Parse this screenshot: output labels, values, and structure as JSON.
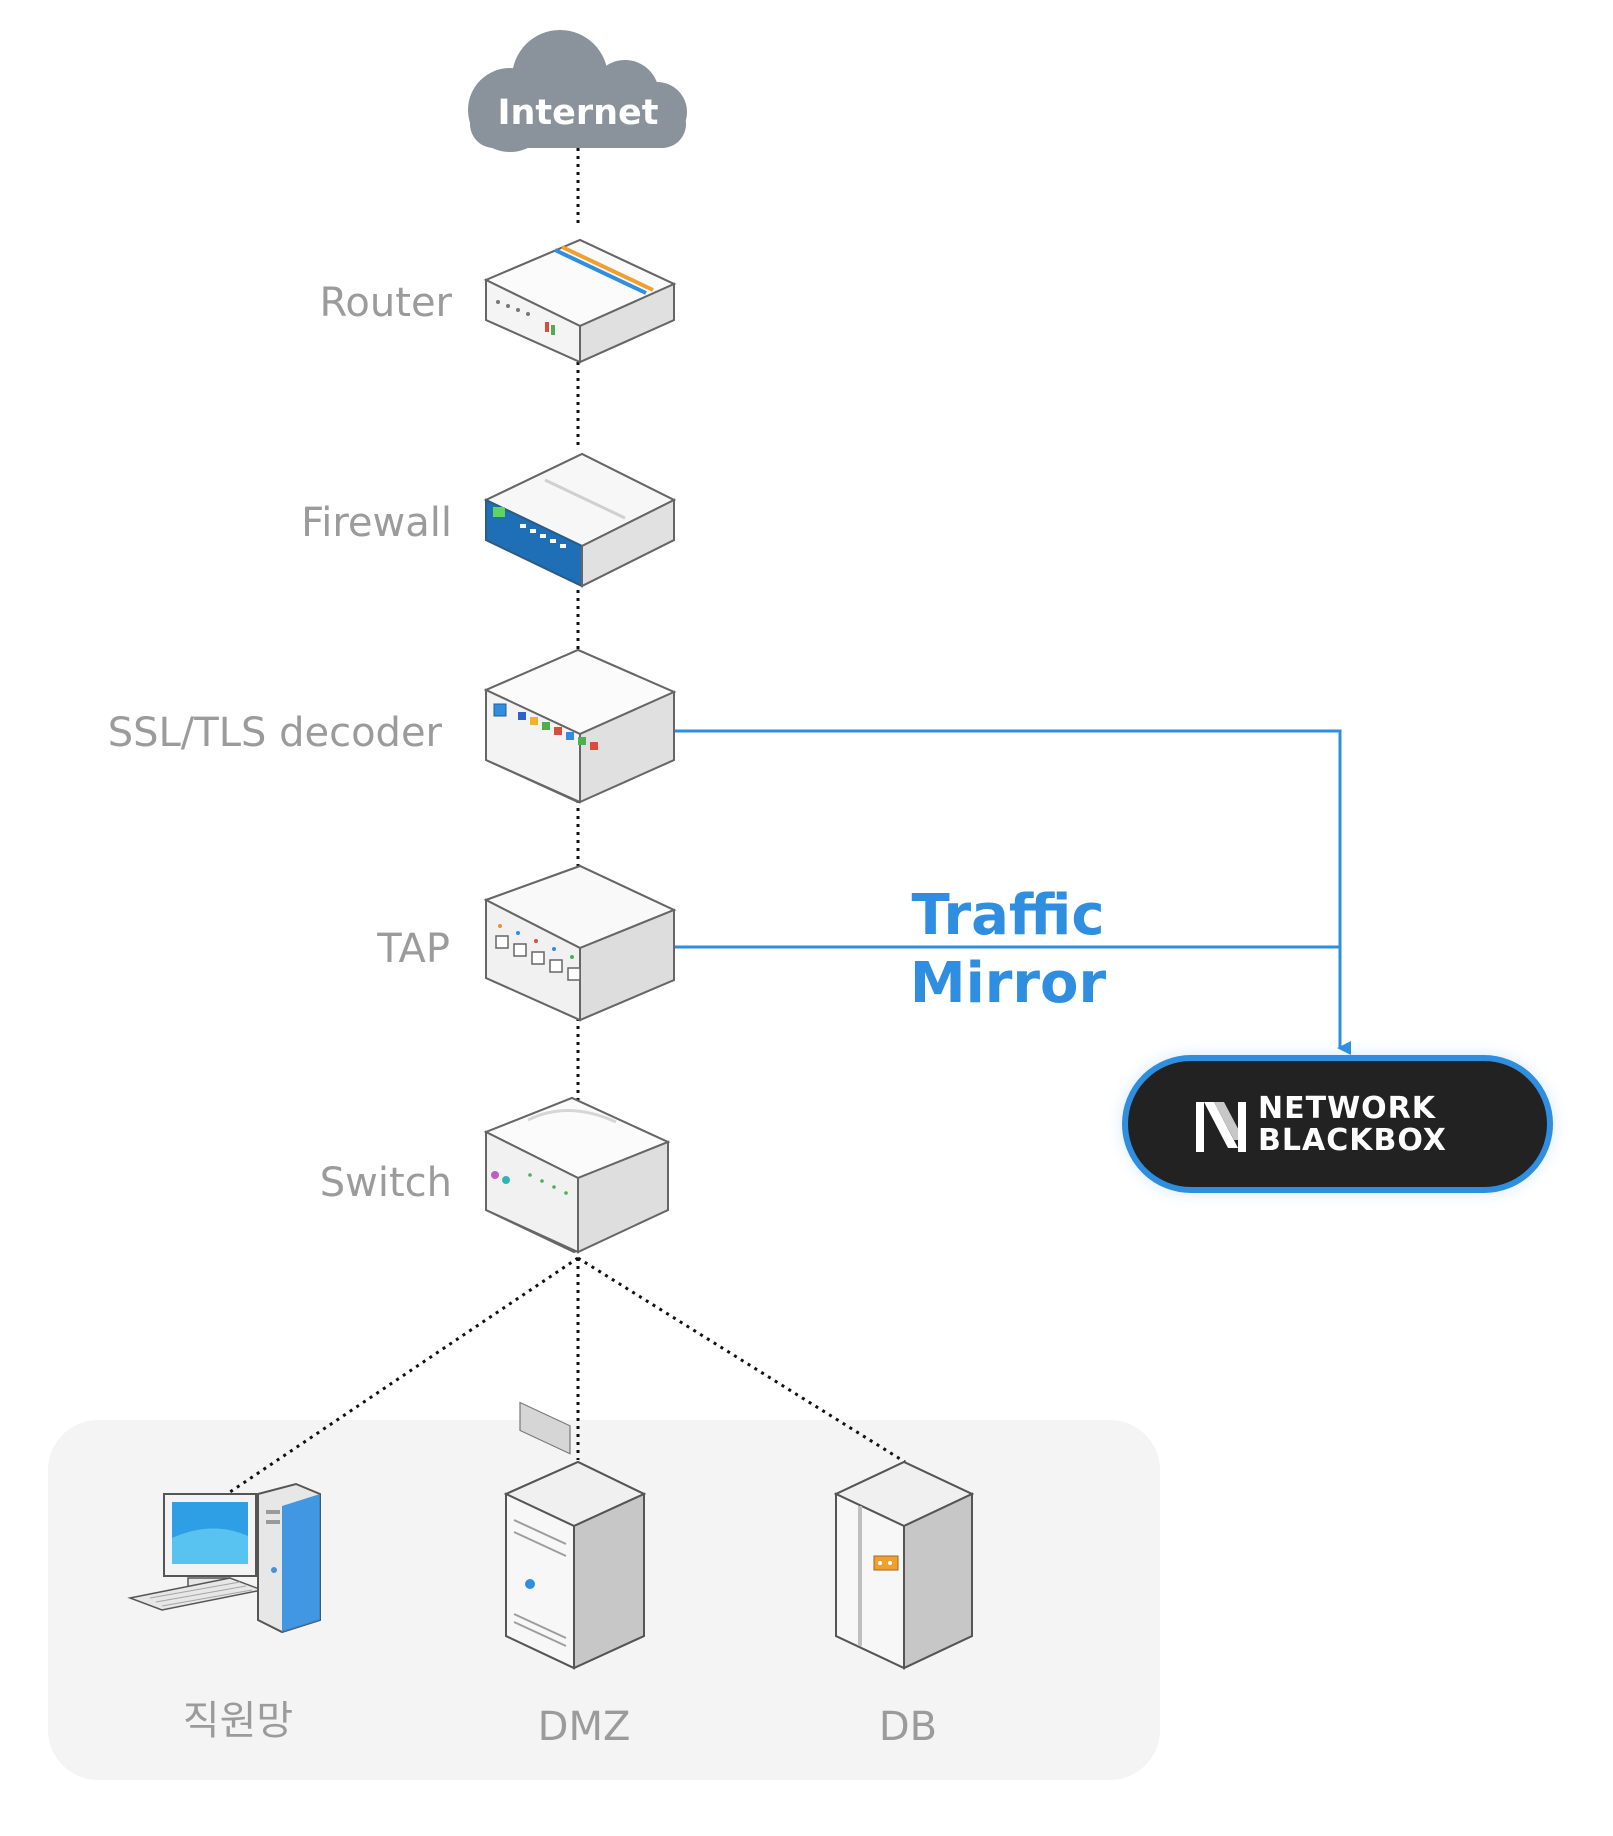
{
  "nodes": {
    "internet": "Internet",
    "router": "Router",
    "firewall": "Firewall",
    "ssl_decoder": "SSL/TLS decoder",
    "tap": "TAP",
    "switch": "Switch"
  },
  "endpoints": {
    "employee_network": "직원망",
    "dmz": "DMZ",
    "db": "DB"
  },
  "mirror_label": {
    "line1": "Traffic",
    "line2": "Mirror"
  },
  "brand": {
    "line1": "NETWORK",
    "line2": "BLACKBOX"
  },
  "colors": {
    "accent": "#2f8ee0",
    "cloud": "#8a939c",
    "label_gray": "#9b9b9b",
    "badge_dark": "#222222",
    "panel_bg": "#f4f4f4",
    "firewall_blue": "#1f6fb6"
  }
}
